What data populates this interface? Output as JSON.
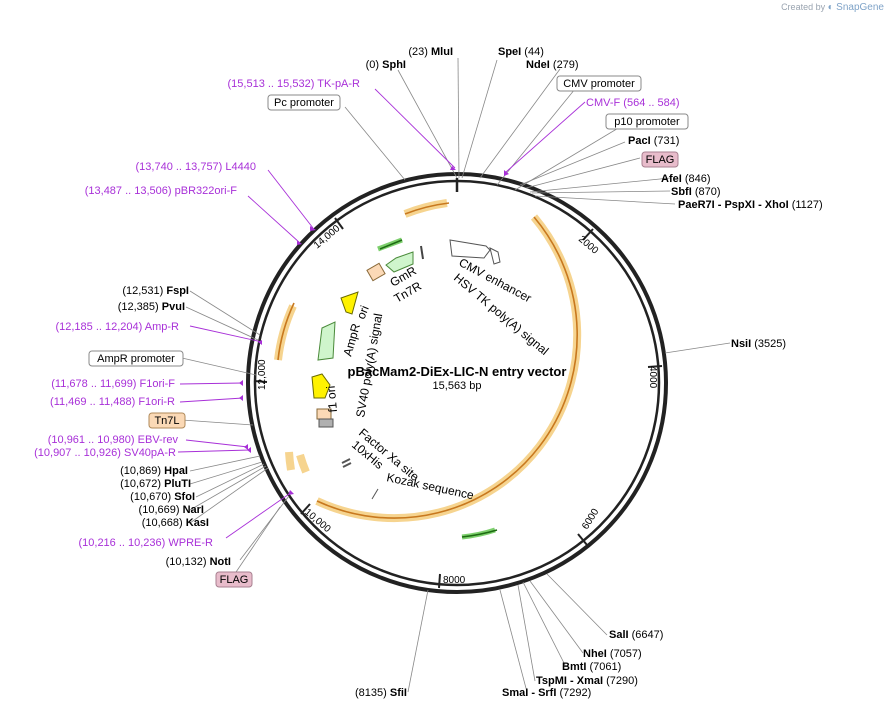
{
  "credit": {
    "prefix": "Created by",
    "brand": "SnapGene"
  },
  "map": {
    "name": "pBacMam2-DiEx-LIC-N entry vector",
    "length_label": "15,563 bp",
    "tick_labels": [
      "2000",
      "4000",
      "6000",
      "8000",
      "10,000",
      "12,000",
      "14,000"
    ]
  },
  "sites": [
    {
      "pos": "(0)",
      "name": "SphI"
    },
    {
      "pos": "(23)",
      "name": "MluI"
    },
    {
      "pos": "(44)",
      "name": "SpeI"
    },
    {
      "pos": "(279)",
      "name": "NdeI"
    },
    {
      "pos": "(731)",
      "name": "PacI"
    },
    {
      "pos": "(846)",
      "name": "AfeI"
    },
    {
      "pos": "(870)",
      "name": "SbfI"
    },
    {
      "pos": "(1127)",
      "name": "PaeR7I - PspXI - XhoI"
    },
    {
      "pos": "(3525)",
      "name": "NsiI"
    },
    {
      "pos": "(6647)",
      "name": "SalI"
    },
    {
      "pos": "(7057)",
      "name": "NheI"
    },
    {
      "pos": "(7061)",
      "name": "BmtI"
    },
    {
      "pos": "(7290)",
      "name": "TspMI - XmaI"
    },
    {
      "pos": "(7292)",
      "name": "SmaI - SrfI"
    },
    {
      "pos": "(8135)",
      "name": "SfiI"
    },
    {
      "pos": "(10,132)",
      "name": "NotI"
    },
    {
      "pos": "(10,668)",
      "name": "KasI"
    },
    {
      "pos": "(10,669)",
      "name": "NarI"
    },
    {
      "pos": "(10,670)",
      "name": "SfoI"
    },
    {
      "pos": "(10,672)",
      "name": "PluTI"
    },
    {
      "pos": "(10,869)",
      "name": "HpaI"
    },
    {
      "pos": "(12,385)",
      "name": "PvuI"
    },
    {
      "pos": "(12,531)",
      "name": "FspI"
    }
  ],
  "primers": [
    {
      "range": "(15,513 .. 15,532)",
      "name": "TK-pA-R"
    },
    {
      "range": "(13,740 .. 13,757)",
      "name": "L4440"
    },
    {
      "range": "(13,487 .. 13,506)",
      "name": "pBR322ori-F"
    },
    {
      "range": "(12,185 .. 12,204)",
      "name": "Amp-R"
    },
    {
      "range": "(11,678 .. 11,699)",
      "name": "F1ori-F"
    },
    {
      "range": "(11,469 .. 11,488)",
      "name": "F1ori-R"
    },
    {
      "range": "(10,961 .. 10,980)",
      "name": "EBV-rev"
    },
    {
      "range": "(10,907 .. 10,926)",
      "name": "SV40pA-R"
    },
    {
      "range": "(10,216 .. 10,236)",
      "name": "WPRE-R"
    },
    {
      "range": "(564 .. 584)",
      "name": "CMV-F"
    }
  ],
  "boxed": {
    "pc_promoter": "Pc promoter",
    "cmv_promoter": "CMV promoter",
    "p10_promoter": "p10 promoter",
    "flag_top": "FLAG",
    "flag_bottom": "FLAG",
    "tn7l": "Tn7L",
    "ampr_promoter": "AmpR promoter"
  },
  "features": {
    "cmv_enhancer": "CMV enhancer",
    "hsv_tk": "HSV TK poly(A) signal",
    "gmr": "GmR",
    "tn7r": "Tn7R",
    "ori": "ori",
    "ampr": "AmpR",
    "sv40": "SV40 poly(A) signal",
    "f1ori": "f1 ori",
    "factor_xa": "Factor Xa site",
    "his": "10xHis",
    "kozak": "Kozak sequence"
  },
  "colors": {
    "primer": "#a830d8",
    "orf_band": "#f6d48f",
    "orf_line": "#c8781e",
    "flag_fill": "#e8bccb",
    "tn7l_fill": "#fbd9b6",
    "ampr_fill": "#cff5cc",
    "ori_fill": "#fff200",
    "ring": "#222222"
  }
}
